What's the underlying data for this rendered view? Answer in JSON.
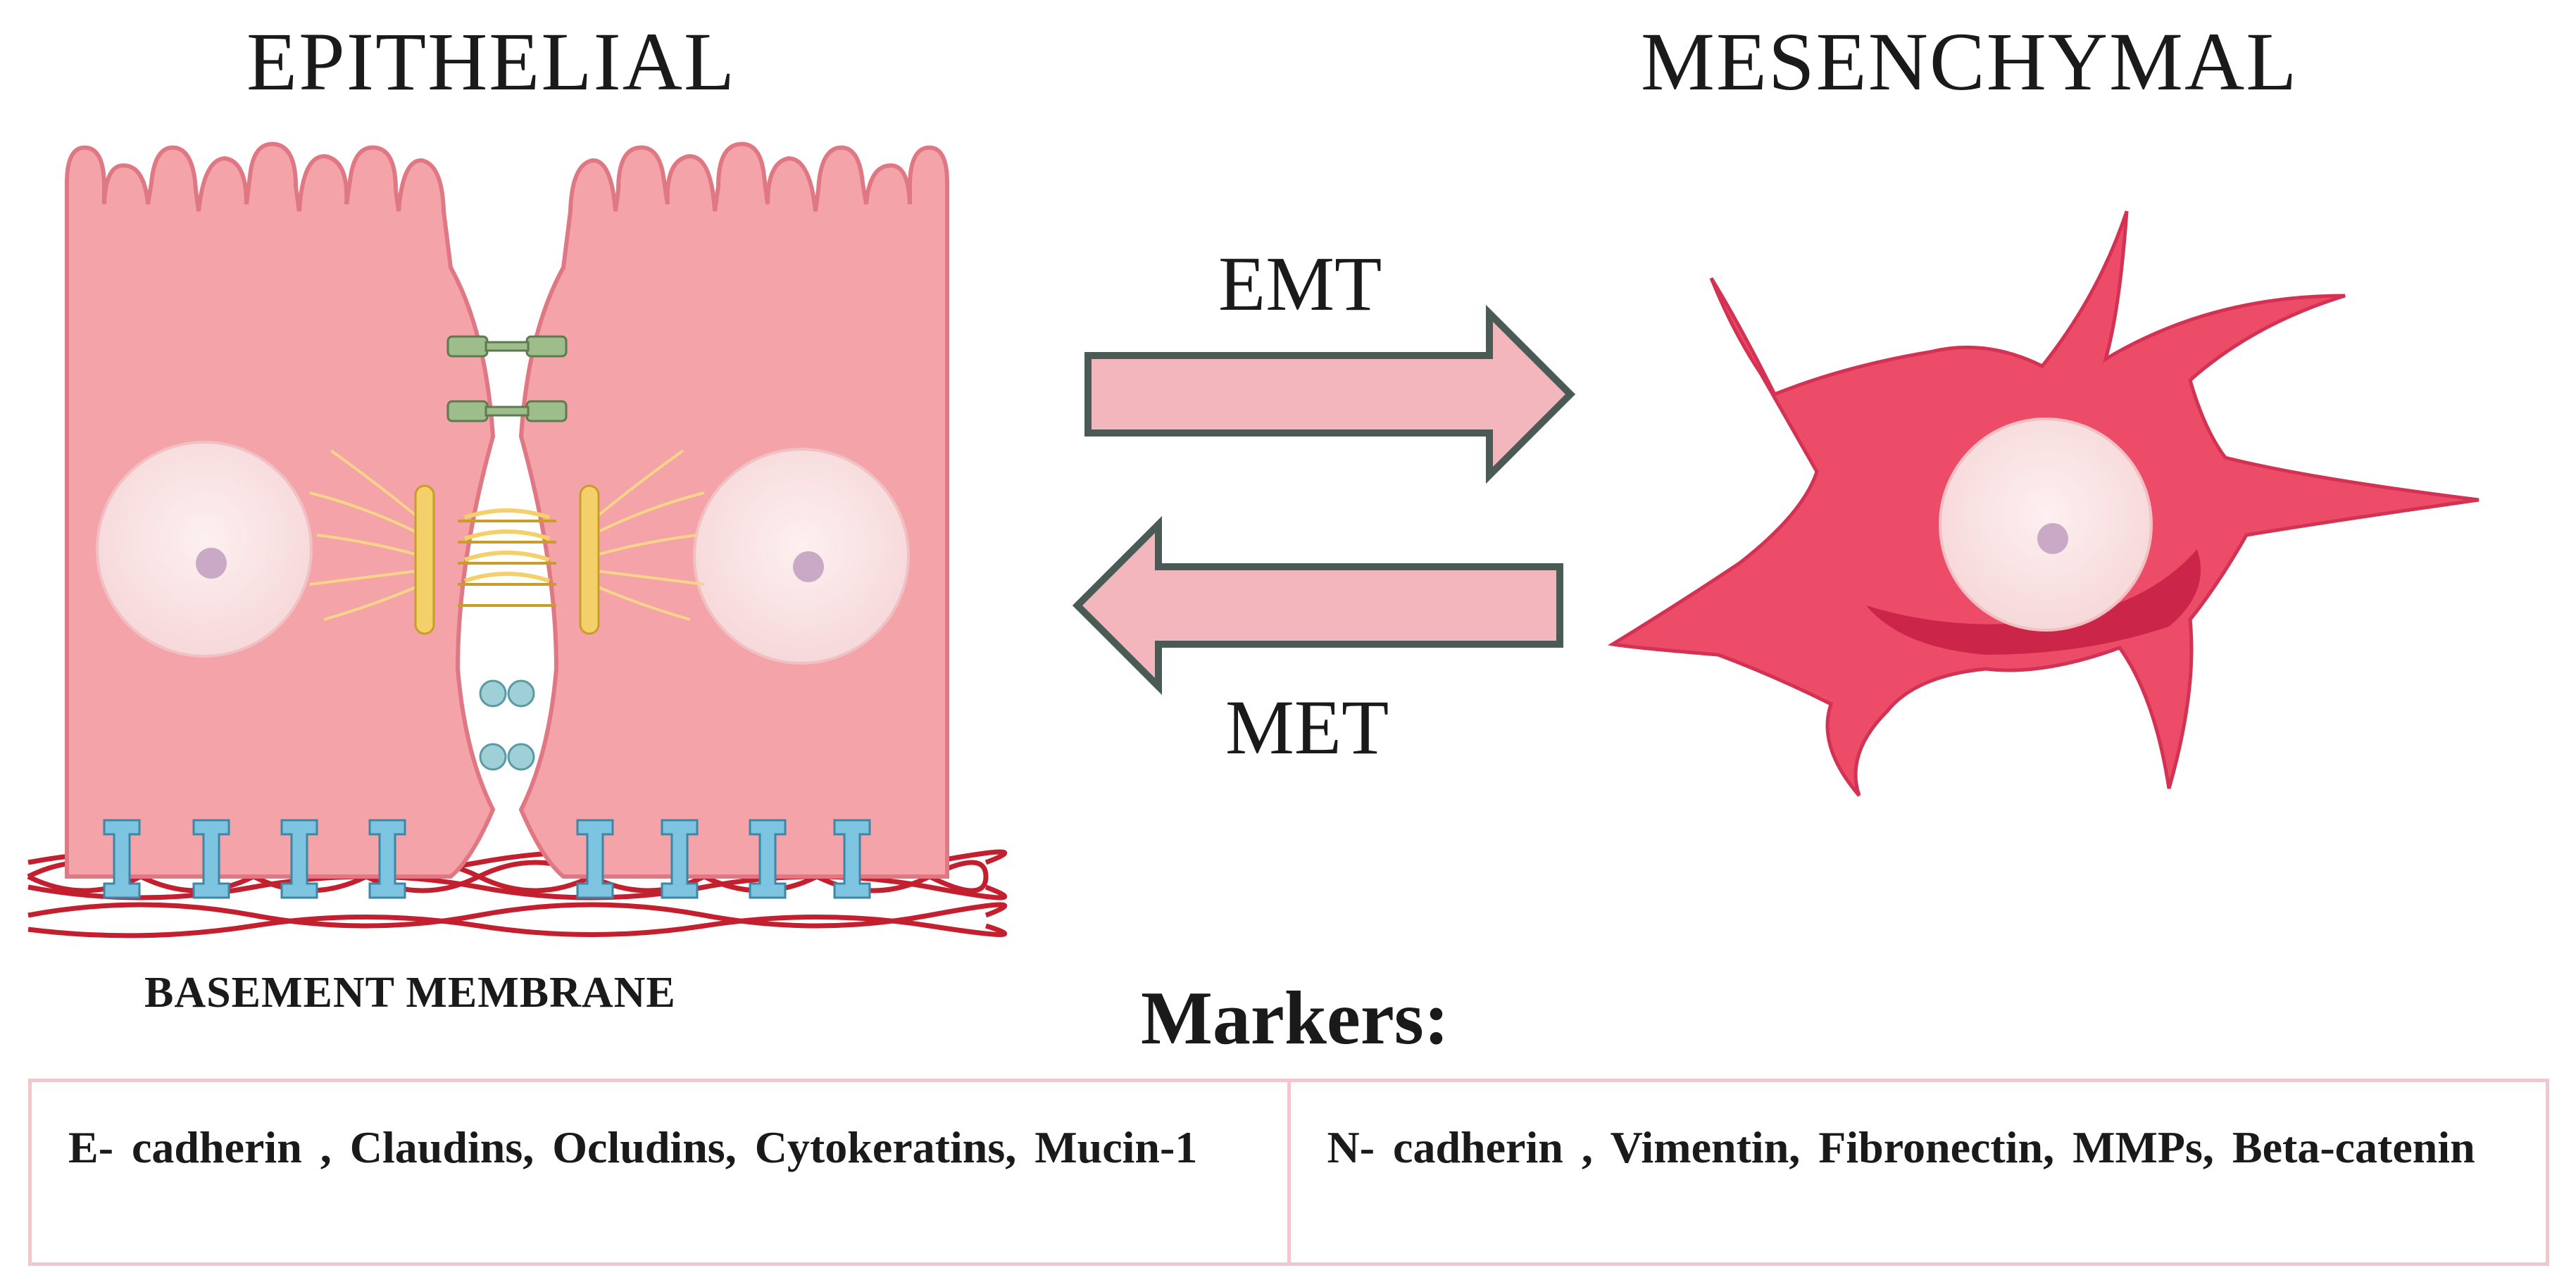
{
  "titles": {
    "epithelial": "EPITHELIAL",
    "mesenchymal": "MESENCHYMAL"
  },
  "transitions": {
    "forward": "EMT",
    "reverse": "MET"
  },
  "basement_label": "BASEMENT MEMBRANE",
  "markers": {
    "heading": "Markers:",
    "epithelial": "E- cadherin , Claudins, Ocludins, Cytokeratins, Mucin-1",
    "mesenchymal": "N- cadherin , Vimentin, Fibronectin, MMPs, Beta-catenin"
  },
  "colors": {
    "epithelial_cell": "#f4a3a8",
    "mesenchymal_cell": "#ec4c67",
    "arrow_fill": "#f3b6bc",
    "arrow_stroke": "#4a5a55",
    "basement_mesh": "#c41f2e",
    "integrin": "#7cc4e0",
    "table_border": "#f0c7cc"
  }
}
